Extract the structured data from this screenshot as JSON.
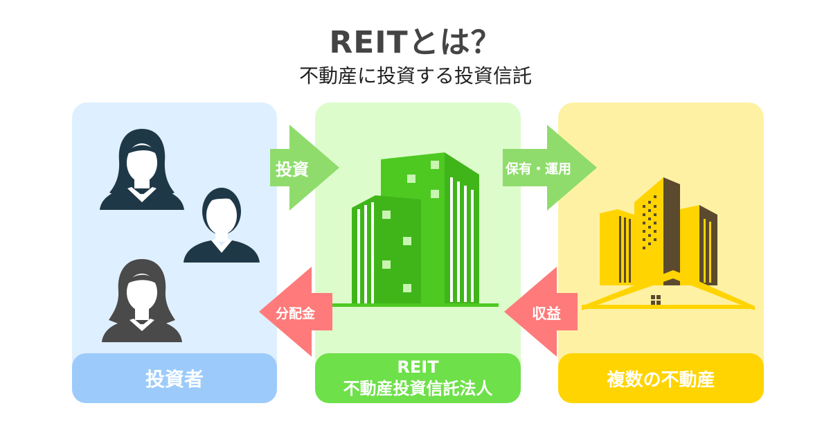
{
  "header": {
    "title": "REITとは？",
    "subtitle": "不動産に投資する投資信託"
  },
  "panels": {
    "investor": {
      "label": "投資者",
      "color": "#deefff",
      "label_color": "#9ccbfb"
    },
    "reit": {
      "label_line1": "REIT",
      "label_line2": "不動産投資信託法人",
      "color": "#ddfccb",
      "label_color": "#6ee04a"
    },
    "property": {
      "label": "複数の不動産",
      "color": "#fff1a4",
      "label_color": "#ffd400"
    }
  },
  "arrows": {
    "invest": {
      "label": "投資",
      "color": "#8fdc6c"
    },
    "own_operate": {
      "label": "保有・運用",
      "color": "#8fdc6c"
    },
    "revenue": {
      "label": "収益",
      "color": "#ff7a7a"
    },
    "dividend": {
      "label": "分配金",
      "color": "#ff7a7a"
    }
  },
  "icons": {
    "investors": [
      "woman-icon",
      "man-icon",
      "woman-icon"
    ],
    "reit": "office-building-icon",
    "property": "city-buildings-house-icon"
  }
}
